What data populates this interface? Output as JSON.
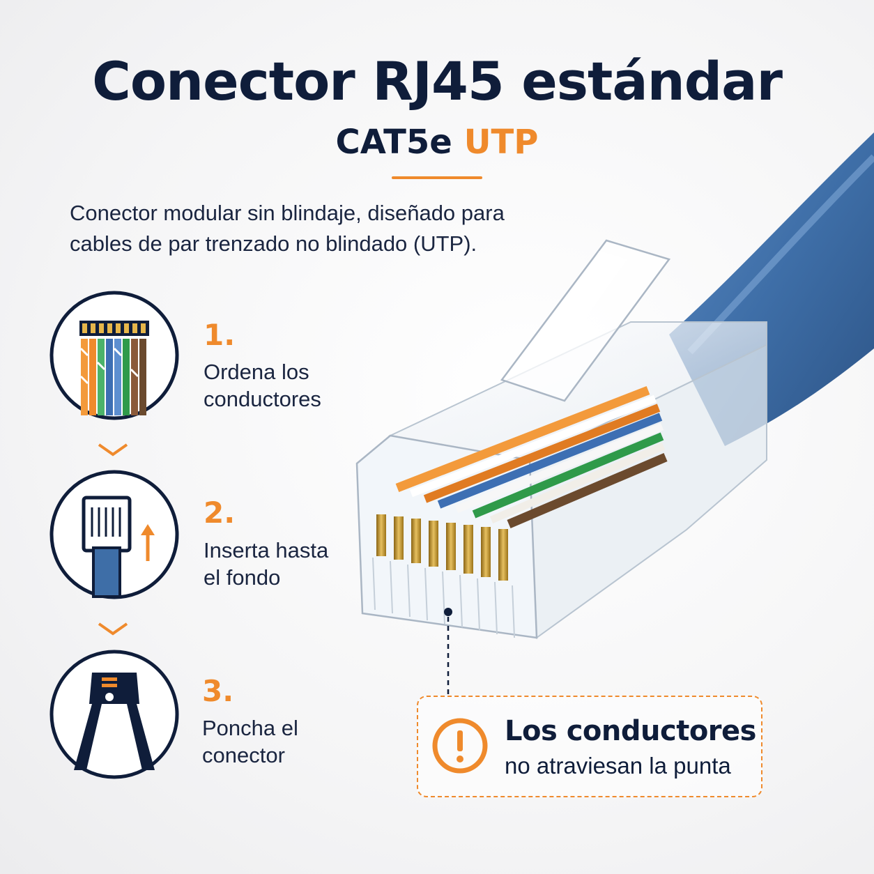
{
  "header": {
    "title": "Conector RJ45 estándar",
    "subtitle_main": "CAT5e",
    "subtitle_accent": "UTP",
    "description": "Conector modular sin blindaje, diseñado para cables de par trenzado no blindado (UTP)."
  },
  "steps": [
    {
      "number": "1.",
      "text_line1": "Ordena los",
      "text_line2": "conductores",
      "icon": "wire-order-icon"
    },
    {
      "number": "2.",
      "text_line1": "Inserta hasta",
      "text_line2": "el fondo",
      "icon": "insert-connector-icon"
    },
    {
      "number": "3.",
      "text_line1": "Poncha el",
      "text_line2": "conector",
      "icon": "crimp-tool-icon"
    }
  ],
  "callout": {
    "title": "Los conductores",
    "subtitle": "no atraviesan la punta",
    "icon": "warning-icon"
  },
  "colors": {
    "navy": "#0f1d3a",
    "accent": "#ef8a2c",
    "cable_blue": "#3e6ea7",
    "contact_gold": "#c99a2e"
  }
}
